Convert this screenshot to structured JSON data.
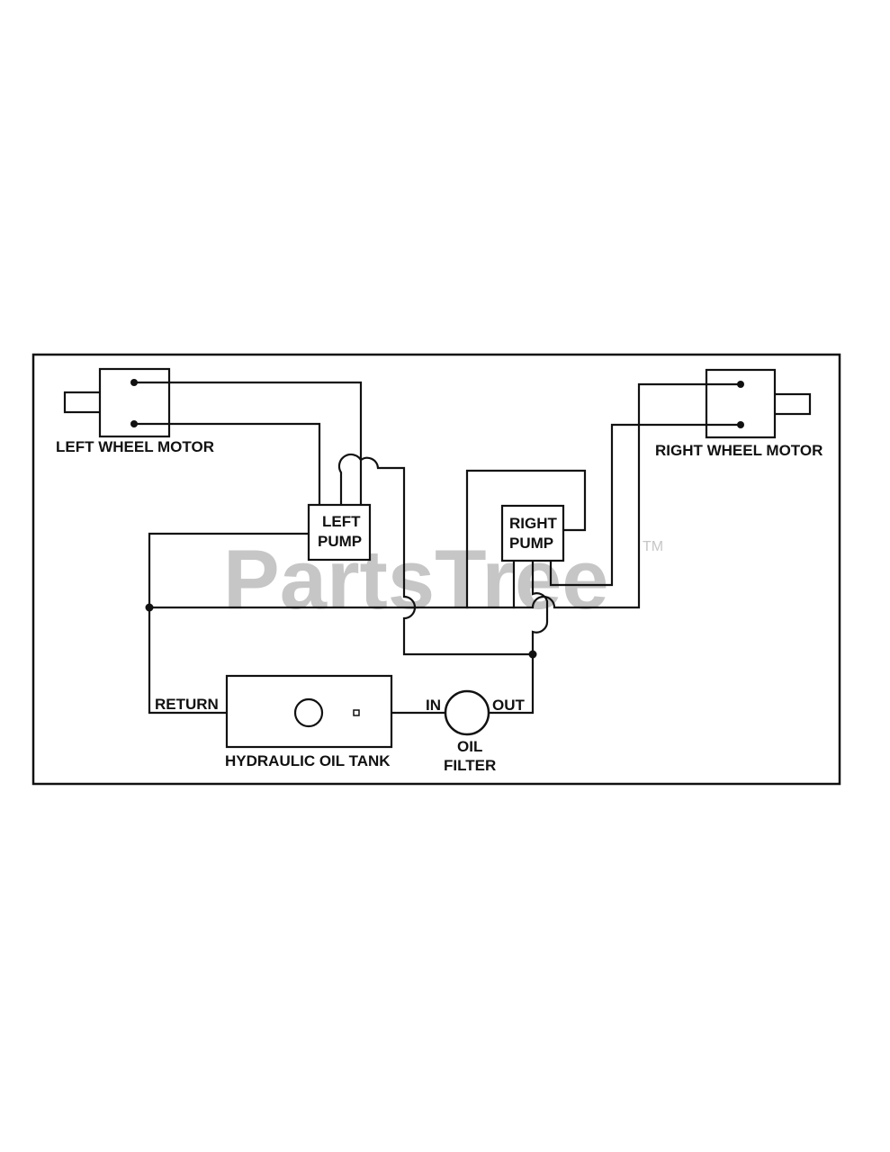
{
  "labels": {
    "left_wheel_motor": "LEFT WHEEL MOTOR",
    "right_wheel_motor": "RIGHT WHEEL MOTOR",
    "left_pump_line1": "LEFT",
    "left_pump_line2": "PUMP",
    "right_pump_line1": "RIGHT",
    "right_pump_line2": "PUMP",
    "return": "RETURN",
    "hydraulic_oil_tank": "HYDRAULIC OIL TANK",
    "in": "IN",
    "out": "OUT",
    "oil_filter_line1": "OIL",
    "oil_filter_line2": "FILTER"
  },
  "watermark": {
    "text": "PartsTree",
    "trademark": "TM"
  },
  "colors": {
    "line": "#111111",
    "watermark": "#c6c6c6",
    "background": "#ffffff"
  }
}
